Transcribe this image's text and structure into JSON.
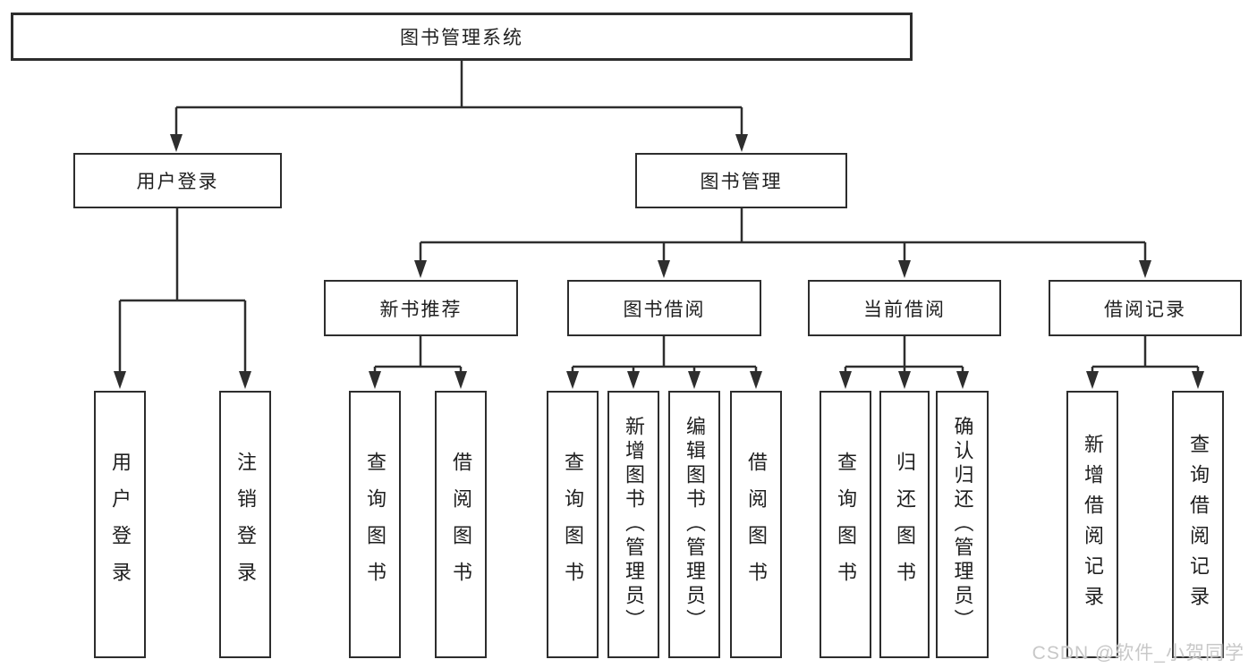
{
  "tree": {
    "root": "图书管理系统",
    "branches": [
      {
        "label": "用户登录",
        "children": [
          "用户登录",
          "注销登录"
        ]
      },
      {
        "label": "图书管理",
        "sections": [
          {
            "label": "新书推荐",
            "children": [
              "查询图书",
              "借阅图书"
            ]
          },
          {
            "label": "图书借阅",
            "children": [
              "查询图书",
              "新增图书（管理员）",
              "编辑图书（管理员）",
              "借阅图书"
            ]
          },
          {
            "label": "当前借阅",
            "children": [
              "查询图书",
              "归还图书",
              "确认归还（管理员）"
            ]
          },
          {
            "label": "借阅记录",
            "children": [
              "新增借阅记录",
              "查询借阅记录"
            ]
          }
        ]
      }
    ]
  },
  "watermark": {
    "text": "CSDN @软件_小贺同学",
    "color": "#c8c8c8"
  },
  "colors": {
    "line": "#2e2e2e",
    "box_border": "#2d2d2d",
    "text": "#1f1f1f",
    "background": "#ffffff"
  }
}
